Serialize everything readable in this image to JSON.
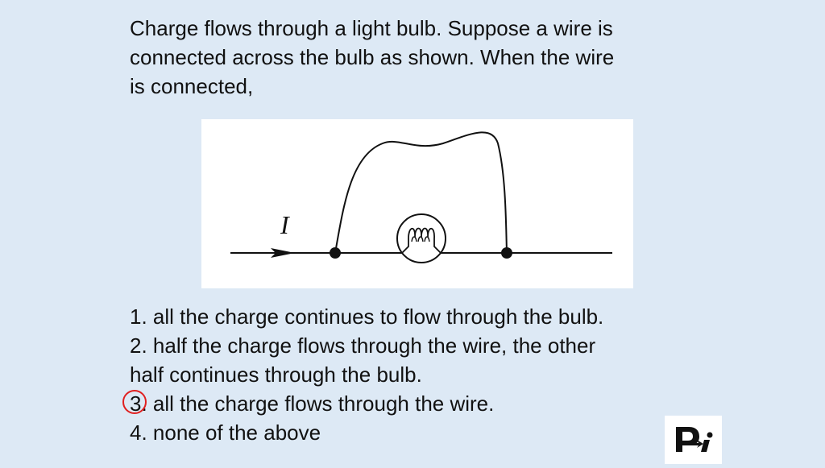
{
  "question": {
    "lines": [
      "Charge flows through a light bulb. Suppose a wire is",
      "connected across the bulb as shown. When the wire",
      "is connected,"
    ]
  },
  "diagram": {
    "current_label": "I"
  },
  "choices": {
    "lines": [
      "1. all the charge continues to flow through the bulb.",
      "2. half the charge flows through the wire, the other",
      "half continues through the bulb.",
      "3. all the charge flows through the wire.",
      "4. none of the above"
    ],
    "marked_answer": "3"
  },
  "logo": {
    "letters": "Pi"
  }
}
